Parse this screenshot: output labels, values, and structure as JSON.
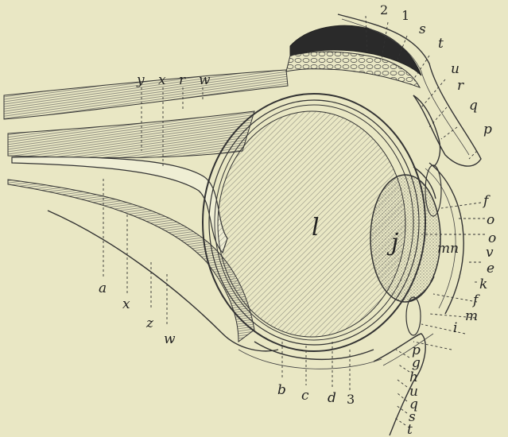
{
  "labels": {
    "a": "a",
    "b": "b",
    "c": "c",
    "d": "d",
    "e": "e",
    "f_upper": "f",
    "f_lower": "f",
    "g": "g",
    "h": "h",
    "i": "i",
    "j": "j",
    "k": "k",
    "l": "l",
    "m": "m",
    "mn": "mn",
    "o_upper": "o",
    "o_lower": "o",
    "p_upper": "p",
    "p_lower": "p",
    "q_upper": "q",
    "q_lower": "q",
    "r_top": "r",
    "r_right": "r",
    "s_upper": "s",
    "s_lower": "s",
    "t_upper": "t",
    "t_lower": "t",
    "u_upper": "u",
    "u_lower": "u",
    "v": "v",
    "w_top": "w",
    "w_bottom": "w",
    "x_top": "x",
    "x_bottom": "x",
    "y": "y",
    "z": "z",
    "n1": "1",
    "n2": "2",
    "n3": "3"
  },
  "colors": {
    "background": "#e9e7c4",
    "ink": "#333333"
  }
}
